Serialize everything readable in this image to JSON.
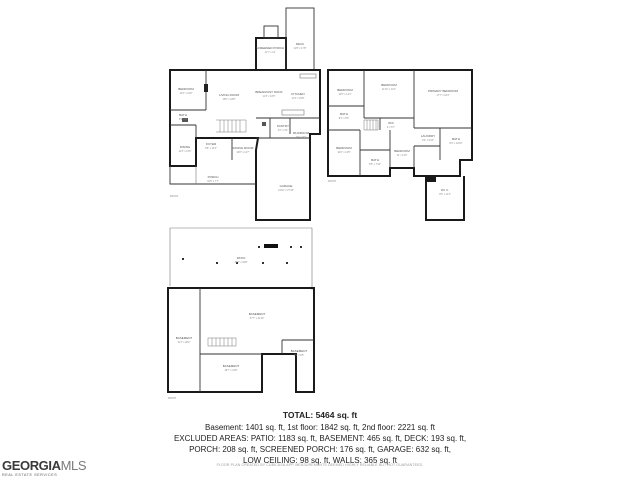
{
  "rooms": {
    "first_floor": [
      {
        "name": "SCREENED PORCH",
        "dims": "11'7\" x 13'"
      },
      {
        "name": "DECK",
        "dims": "11'8\" x 17'8\""
      },
      {
        "name": "BEDROOM",
        "dims": "11'3\" x 11'8\""
      },
      {
        "name": "LIVING ROOM",
        "dims": "15'8\" x 18'8\""
      },
      {
        "name": "BREAKFAST NOOK",
        "dims": "11'3\" x 10'5\""
      },
      {
        "name": "KITCHEN",
        "dims": "11'4\" x 15'8\""
      },
      {
        "name": "BATH",
        "dims": "5'4\" x 8'"
      },
      {
        "name": "FOYER",
        "dims": "6'5\" x 13'4\""
      },
      {
        "name": "DINING",
        "dims": "11'3\" x 11'5\""
      },
      {
        "name": "DINING ROOM",
        "dims": "10'8\" x 14'7\""
      },
      {
        "name": "MUDROOM",
        "dims": "7'4\" x 8'3\""
      },
      {
        "name": "PORCH",
        "dims": "34'5\" x 7'7\""
      },
      {
        "name": "GARAGE",
        "dims": "21'10\" x 27'10\""
      },
      {
        "name": "PANTRY",
        "dims": "4'2\" x 3'4\""
      }
    ],
    "second_floor": [
      {
        "name": "BEDROOM",
        "dims": "12'5\" x 14'1\""
      },
      {
        "name": "BEDROOM",
        "dims": "11'10\" x 12'1\""
      },
      {
        "name": "PRIMARY BEDROOM",
        "dims": "17'7\" x 16'3\""
      },
      {
        "name": "BATH",
        "dims": "8'4\" x 8'3\""
      },
      {
        "name": "W/C",
        "dims": "4' x 5'7\""
      },
      {
        "name": "LAUNDRY",
        "dims": "6'4\" x 5'10\""
      },
      {
        "name": "BATH",
        "dims": "8'3\" x 10'10\""
      },
      {
        "name": "BEDROOM",
        "dims": "12'2\" x 12'5\""
      },
      {
        "name": "BEDROOM",
        "dims": "11' x 11'5\""
      },
      {
        "name": "BATH",
        "dims": "5'5\" x 7'10\""
      },
      {
        "name": "W.I.C.",
        "dims": "8'3\" x 11'4\""
      }
    ],
    "basement": [
      {
        "name": "PATIO",
        "dims": "33'7\" x 32'8\""
      },
      {
        "name": "BASEMENT",
        "dims": "37'7\" x 41'10\""
      },
      {
        "name": "BASEMENT",
        "dims": "11'1\" x 28'2\""
      },
      {
        "name": "BASEMENT",
        "dims": "9'5\" x 8'5\""
      },
      {
        "name": "BASEMENT",
        "dims": "18'7\" x 10'8\""
      }
    ]
  },
  "compass": [
    "FRONT",
    "FRONT",
    "FRONT"
  ],
  "summary": {
    "total": "TOTAL: 5464 sq. ft",
    "lines": [
      "Basement: 1401 sq. ft, 1st floor: 1842 sq. ft, 2nd floor: 2221 sq. ft",
      "EXCLUDED AREAS: PATIO: 1183 sq. ft, BASEMENT: 465 sq. ft, DECK: 193 sq. ft,",
      "PORCH: 208 sq. ft, SCREENED PORCH: 176 sq. ft, GARAGE: 632 sq. ft,",
      "LOW CEILING: 98 sq. ft, WALLS: 365 sq. ft"
    ]
  },
  "disclaimer": "FLOOR PLAN CREATED BY CUBICASA APP. MEASUREMENTS DEEMED HIGHLY RELIABLE BUT NOT GUARANTEED.",
  "logo": {
    "brand_main": "GEORGIA",
    "brand_suffix": "MLS",
    "tagline": "REAL ESTATE SERVICES"
  }
}
